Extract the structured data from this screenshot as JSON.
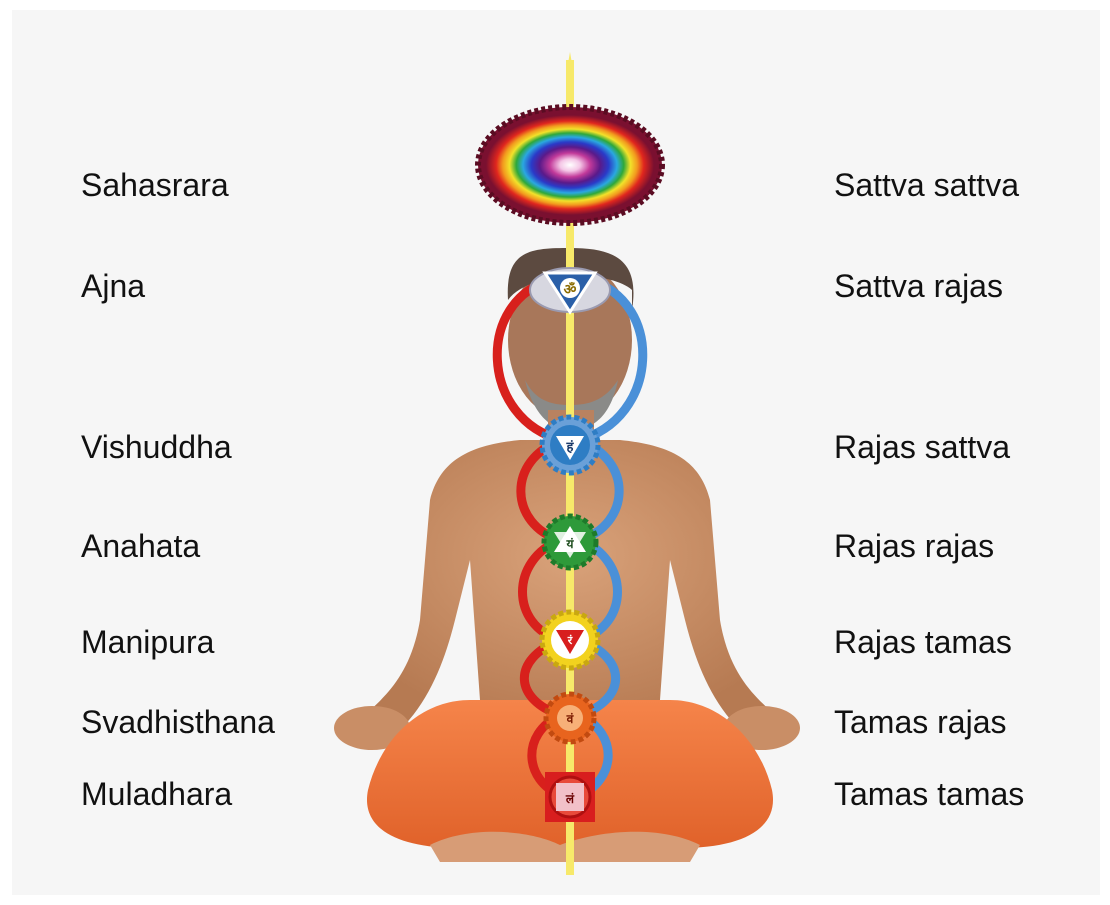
{
  "chakras": [
    {
      "name": "Sahasrara",
      "quality": "Sattva sattva"
    },
    {
      "name": "Ajna",
      "quality": "Sattva rajas",
      "symbol": "ॐ",
      "color": "#2a5fa8"
    },
    {
      "name": "Vishuddha",
      "quality": "Rajas sattva",
      "symbol": "हं",
      "color": "#2e7dc4"
    },
    {
      "name": "Anahata",
      "quality": "Rajas rajas",
      "symbol": "यं",
      "color": "#2e9a3a"
    },
    {
      "name": "Manipura",
      "quality": "Rajas tamas",
      "symbol": "रं",
      "color": "#f2d21e"
    },
    {
      "name": "Svadhisthana",
      "quality": "Tamas rajas",
      "symbol": "वं",
      "color": "#e8641e"
    },
    {
      "name": "Muladhara",
      "quality": "Tamas tamas",
      "symbol": "लं",
      "color": "#d81e1e"
    }
  ],
  "colors": {
    "ida": "#d8201c",
    "pingala": "#4a90d8",
    "sushumna": "#f7e96a",
    "robe": "#f2763a",
    "skin": "#c9906a"
  }
}
